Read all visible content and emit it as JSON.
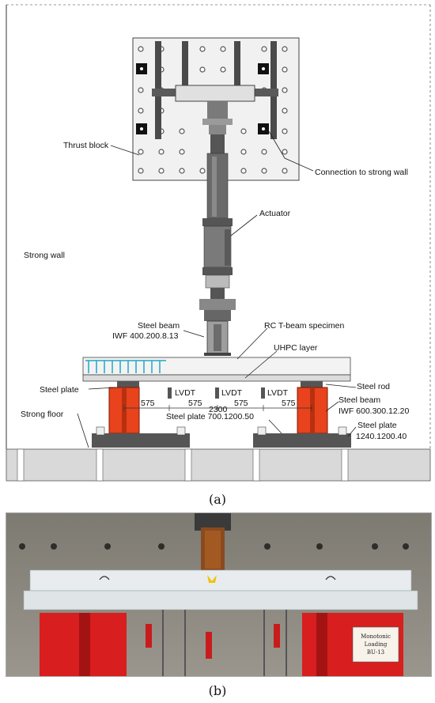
{
  "figure_a": {
    "labels": {
      "thrust_block": "Thrust block",
      "connection": "Connection to strong wall",
      "actuator": "Actuator",
      "strong_wall": "Strong wall",
      "steel_beam_top_1": "Steel beam",
      "steel_beam_top_2": "IWF 400.200.8.13",
      "specimen": "RC T-beam specimen",
      "uhpc": "UHPC layer",
      "steel_plate_left": "Steel plate",
      "steel_rod": "Steel rod",
      "lvdt_1": "LVDT",
      "lvdt_2": "LVDT",
      "lvdt_3": "LVDT",
      "steel_beam_right_1": "Steel beam",
      "steel_beam_right_2": "IWF 600.300.12.20",
      "strong_floor": "Strong floor",
      "steel_plate_mid": "Steel plate 700.1200.50",
      "steel_plate_right_1": "Steel plate",
      "steel_plate_right_2": "1240.1200.40"
    },
    "dimensions": {
      "d1": "575",
      "d2": "575",
      "d3": "575",
      "d4": "575",
      "total": "2300"
    },
    "caption": "(a)"
  },
  "figure_b": {
    "sign_lines": [
      "Monotonic",
      "Loading",
      "BU-13"
    ],
    "caption": "(b)"
  },
  "colors": {
    "support_red": "#e8431c",
    "steel_dark": "#4a4a4a",
    "block_fill": "#f1f1f1",
    "rebar_cyan": "#1fa7c9"
  }
}
